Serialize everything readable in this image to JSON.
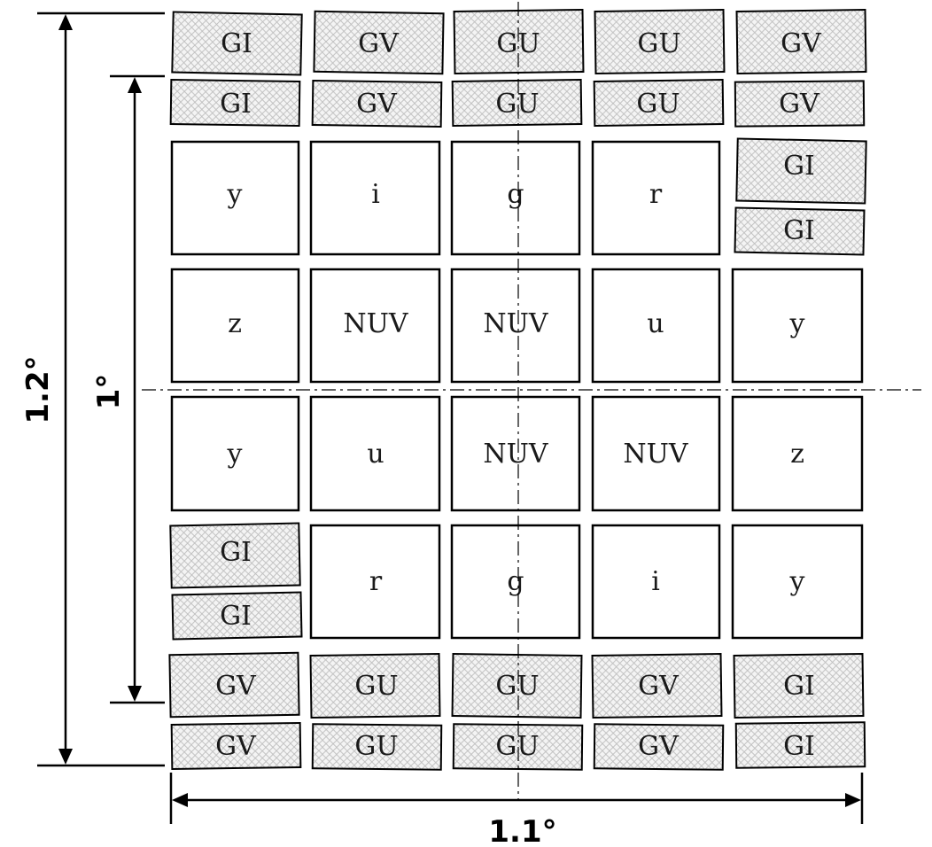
{
  "filter_cells": [
    [
      "y",
      "i",
      "g",
      "r"
    ],
    [
      "z",
      "NUV",
      "NUV",
      "u",
      "y"
    ],
    [
      "y",
      "u",
      "NUV",
      "NUV",
      "z"
    ],
    [
      "r",
      "g",
      "i",
      "y"
    ]
  ],
  "grating_cells": {
    "top_row_1": [
      "GI",
      "GV",
      "GU",
      "GU",
      "GV"
    ],
    "top_row_2": [
      "GI",
      "GV",
      "GU",
      "GU",
      "GV"
    ],
    "right_pair": [
      "GI",
      "GI"
    ],
    "left_pair": [
      "GI",
      "GI"
    ],
    "bottom_row_1": [
      "GV",
      "GU",
      "GU",
      "GV",
      "GI"
    ],
    "bottom_row_2": [
      "GV",
      "GU",
      "GU",
      "GV",
      "GI"
    ]
  },
  "dimensions": {
    "height_outer": "1.2°",
    "height_inner": "1°",
    "width": "1.1°"
  },
  "colors": {
    "outline": "#000000",
    "hatch": "#c8c8c8",
    "background": "#ffffff"
  }
}
